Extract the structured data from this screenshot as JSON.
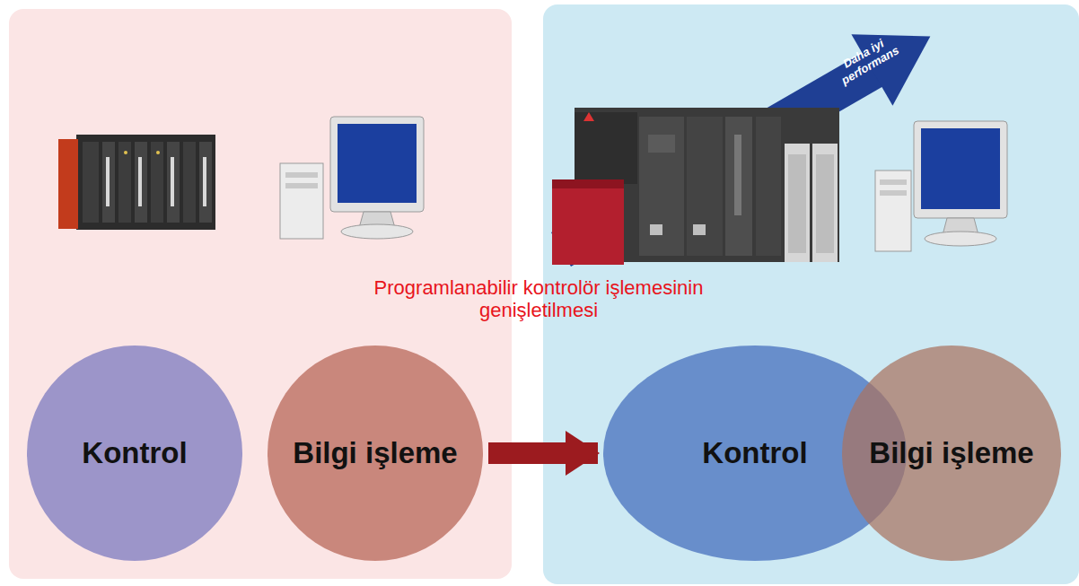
{
  "diagram": {
    "nodes": [
      {
        "text": [
          "Kontrol"
        ]
      },
      {
        "text": [
          "Bilgi işleme"
        ]
      },
      {
        "text": [
          "Kontrol"
        ]
      },
      {
        "text": [
          "Bilgi işleme"
        ]
      }
    ],
    "edges": [
      {
        "from": 1,
        "to": 2,
        "arrow": "to"
      }
    ],
    "labels": [
      "Daha iyi performans",
      "Programlanabilir kontrolör işlemesinin genişletilmesi"
    ]
  }
}
